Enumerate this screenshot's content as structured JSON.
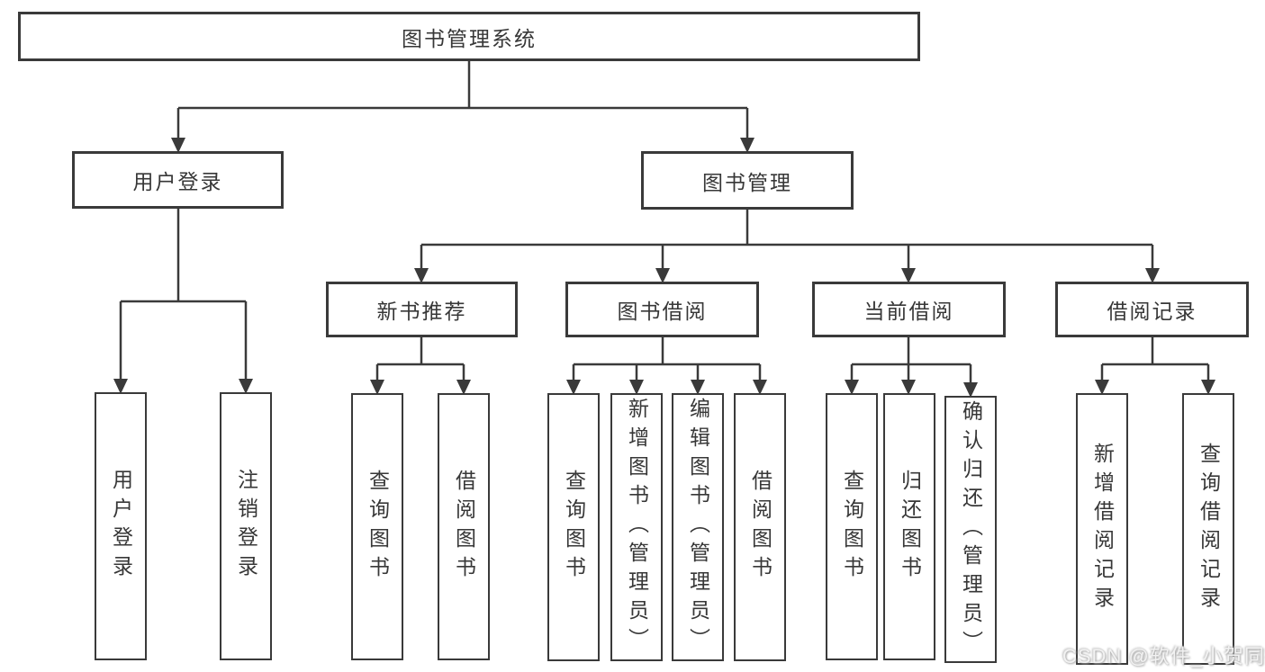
{
  "watermark": "CSDN @软件_小贺同学",
  "colors": {
    "line": "#3a3a3a",
    "text": "#373737",
    "background": "#ffffff"
  },
  "tree": {
    "root": {
      "label": "图书管理系统",
      "children": [
        {
          "label": "用户登录",
          "children": [
            {
              "label": "用户登录"
            },
            {
              "label": "注销登录"
            }
          ]
        },
        {
          "label": "图书管理",
          "children": [
            {
              "label": "新书推荐",
              "children": [
                {
                  "label": "查询图书"
                },
                {
                  "label": "借阅图书"
                }
              ]
            },
            {
              "label": "图书借阅",
              "children": [
                {
                  "label": "查询图书"
                },
                {
                  "label": "新增图书（管理员）"
                },
                {
                  "label": "编辑图书（管理员）"
                },
                {
                  "label": "借阅图书"
                }
              ]
            },
            {
              "label": "当前借阅",
              "children": [
                {
                  "label": "查询图书"
                },
                {
                  "label": "归还图书"
                },
                {
                  "label": "确认归还（管理员）"
                }
              ]
            },
            {
              "label": "借阅记录",
              "children": [
                {
                  "label": "新增借阅记录"
                },
                {
                  "label": "查询借阅记录"
                }
              ]
            }
          ]
        }
      ]
    }
  }
}
